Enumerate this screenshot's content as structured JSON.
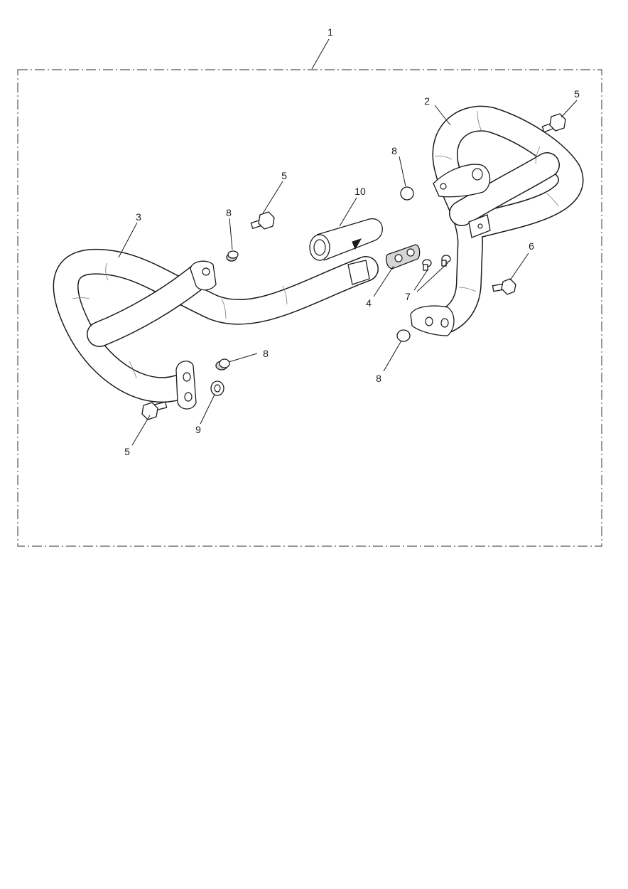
{
  "callouts": [
    {
      "id": "c1",
      "label": "1"
    },
    {
      "id": "c2",
      "label": "2"
    },
    {
      "id": "c3",
      "label": "3"
    },
    {
      "id": "c4",
      "label": "4"
    },
    {
      "id": "c5a",
      "label": "5"
    },
    {
      "id": "c5b",
      "label": "5"
    },
    {
      "id": "c5c",
      "label": "5"
    },
    {
      "id": "c6",
      "label": "6"
    },
    {
      "id": "c7",
      "label": "7"
    },
    {
      "id": "c8a",
      "label": "8"
    },
    {
      "id": "c8b",
      "label": "8"
    },
    {
      "id": "c8c",
      "label": "8"
    },
    {
      "id": "c8d",
      "label": "8"
    },
    {
      "id": "c9",
      "label": "9"
    },
    {
      "id": "c10",
      "label": "10"
    }
  ]
}
